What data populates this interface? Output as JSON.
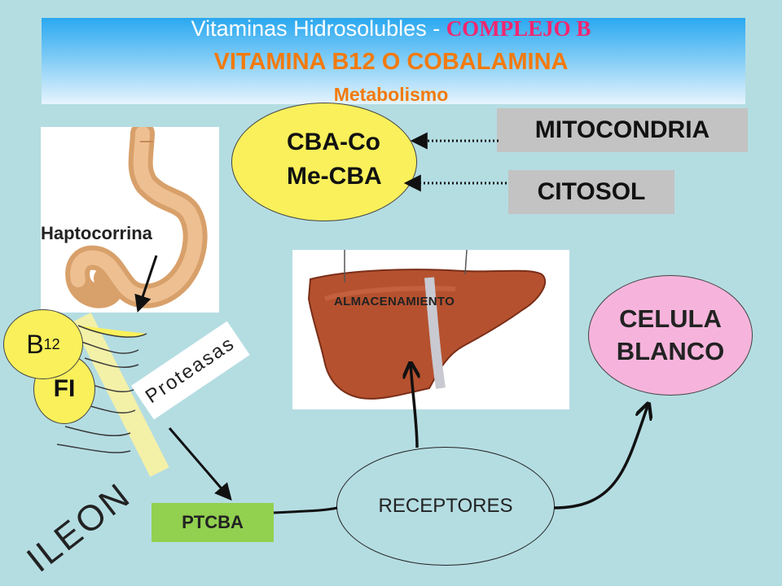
{
  "title": {
    "line1_prefix": "Vitaminas Hidrosolubles - ",
    "line1_highlight": "COMPLEJO B",
    "line2": "VITAMINA B12 O COBALAMINA",
    "line3": "Metabolismo"
  },
  "coenzymes": {
    "cba_co": "CBA-Co",
    "me_cba": "Me-CBA"
  },
  "locations": {
    "mitocondria": "MITOCONDRIA",
    "citosol": "CITOSOL"
  },
  "stomach": {
    "haptocorrina": "Haptocorrina"
  },
  "complex": {
    "b12_base": "B",
    "b12_sub": "12",
    "fi": "FI"
  },
  "proteasas": "Proteasas",
  "ileon": "ILEON",
  "ptcba": "PTCBA",
  "receptores": "RECEPTORES",
  "liver": {
    "almacenamiento": "ALMACENAMIENTO"
  },
  "target": {
    "line1": "CELULA",
    "line2": "BLANCO"
  },
  "colors": {
    "background": "#b4dde2",
    "yellow": "#f9f05b",
    "pink": "#f6b4dc",
    "green": "#92d050",
    "gray": "#c3c3c3",
    "orange_title": "#f27a0d",
    "magenta_title": "#f22670"
  }
}
